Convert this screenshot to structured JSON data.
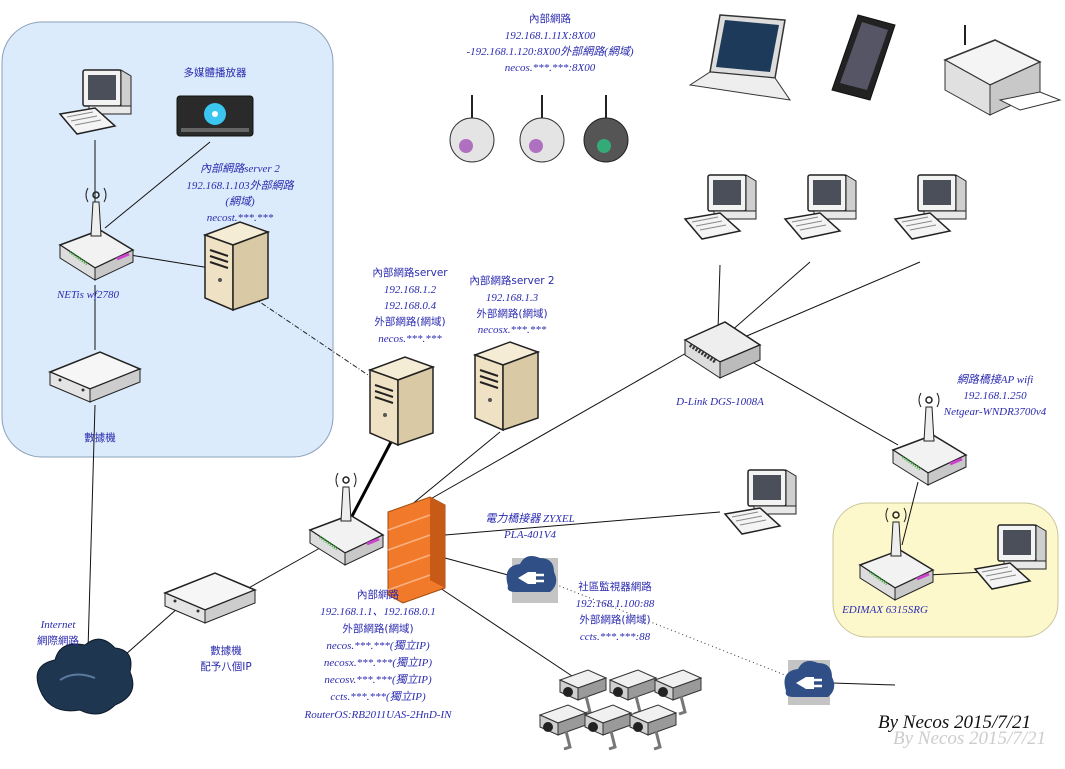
{
  "colors": {
    "zone_lan": "#dcebfb",
    "zone_lan_border": "#8aa0b8",
    "zone_edimax": "#fcf8cc",
    "label": "#2b2bb0",
    "firewall": "#f07a2a",
    "plc": "#2f4f86"
  },
  "cameras_label": [
    "內部網路",
    "192.168.1.11X:8X00",
    "-192.168.1.120:8X00外部網路(網域)",
    "necos.***.***:8X00"
  ],
  "media_player_label": "多媒體播放器",
  "server_left_label": [
    "內部網路server 2",
    "192.168.1.103外部網路",
    "(網域)",
    "necost.***.***"
  ],
  "netis_label": "NETis wf2780",
  "modem_left_label": "數據機",
  "internet_label": [
    "Internet",
    "網際網路"
  ],
  "modem_bottom_label": [
    "數據機",
    "配予八個IP"
  ],
  "server1_label": [
    "內部網路server",
    "192.168.1.2",
    "192.168.0.4",
    "外部網路(網域)",
    "necos.***.***"
  ],
  "server2_label": [
    "內部網路server 2",
    "192.168.1.3",
    "外部網路(網域)",
    "necosx.***.***"
  ],
  "main_router_label": [
    "內部網路",
    "192.168.1.1、192.168.0.1",
    "外部網路(網域)",
    "necos.***.***(獨立IP)",
    "necosx.***.***(獨立IP)",
    "necosv.***.***(獨立IP)",
    "ccts.***.***(獨立IP)",
    "RouterOS:RB2011UAS-2HnD-IN"
  ],
  "switch_label": "D-Link DGS-1008A",
  "ap_label": [
    "網路橋接AP wifi",
    "192.168.1.250",
    "Netgear-WNDR3700v4"
  ],
  "plc_label": [
    "電力橋接器 ZYXEL",
    "PLA-401V4"
  ],
  "cctv_label": [
    "社區監視器網路",
    "192:168.1.100:88",
    "外部網路(網域)",
    "ccts.***.***:88"
  ],
  "edimax_label": "EDIMAX 6315SRG",
  "signature": "By Necos 2015/7/21",
  "icons": [
    "desktop-computer",
    "media-player",
    "wifi-router",
    "server-tower",
    "modem",
    "cloud",
    "firewall",
    "ip-camera",
    "laptop",
    "smartphone",
    "printer",
    "network-switch",
    "powerline-adapter",
    "cctv-camera"
  ]
}
